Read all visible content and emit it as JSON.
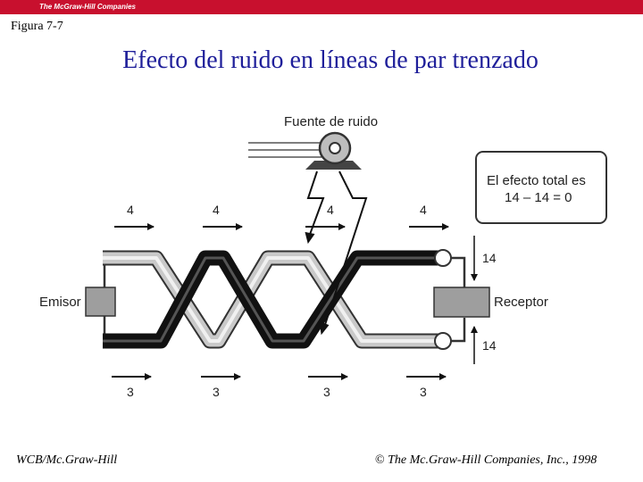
{
  "header": {
    "brand": "The McGraw-Hill Companies",
    "bar_color": "#c8102e"
  },
  "figure_label": "Figura 7-7",
  "title": "Efecto del ruido en líneas de par trenzado",
  "title_color": "#1f1f9a",
  "diagram": {
    "noise_source_label": "Fuente de ruido",
    "effect_box_line1": "El efecto total es",
    "effect_box_line2": "14 – 14 = 0",
    "sender_label": "Emisor",
    "receiver_label": "Receptor",
    "top_arrow_labels": [
      "4",
      "4",
      "4",
      "4"
    ],
    "bottom_arrow_labels": [
      "3",
      "3",
      "3",
      "3"
    ],
    "receiver_top_value": "14",
    "receiver_bottom_value": "14"
  },
  "footer": {
    "left": "WCB/Mc.Graw-Hill",
    "copyright_symbol": "©",
    "right": "The Mc.Graw-Hill Companies, Inc., 1998"
  }
}
